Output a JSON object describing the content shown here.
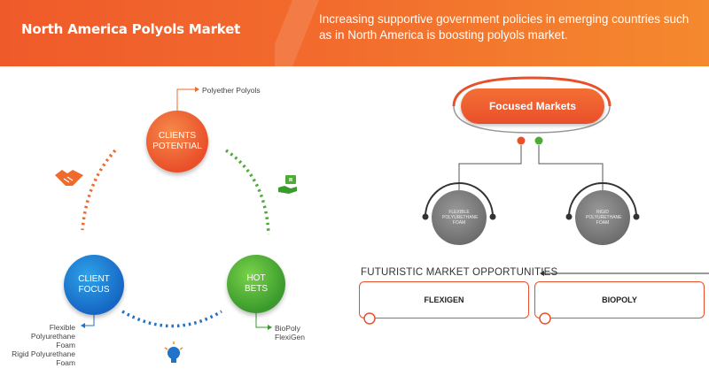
{
  "header": {
    "title": "North America Polyols Market",
    "description": "Increasing supportive government policies in emerging countries such as in North America is boosting polyols market."
  },
  "cycle": {
    "clients_potential": {
      "label": "CLIENTS POTENTIAL",
      "note": "Polyether Polyols"
    },
    "client_focus": {
      "label": "CLIENT FOCUS",
      "notes": [
        "Flexible",
        "Polyurethane",
        "Foam",
        "Rigid Polyurethane",
        "Foam"
      ]
    },
    "hot_bets": {
      "label": "HOT BETS",
      "notes": [
        "BioPoly",
        "FlexiGen"
      ]
    }
  },
  "focused_markets": {
    "title": "Focused Markets",
    "items": [
      "FLEXIBLE POLYURETHANE FOAM",
      "RIGID POLYURETHANE FOAM"
    ]
  },
  "futuristic": {
    "title": "FUTURISTIC MARKET OPPORTUNITIES",
    "items": [
      "FLEXIGEN",
      "BIOPOLY"
    ]
  },
  "colors": {
    "orange": "#e9502a",
    "blue": "#1667c4",
    "green": "#3a9a2c",
    "grey": "#6b6b6b"
  },
  "icons": [
    "handshake-icon",
    "money-hand-icon",
    "lightbulb-icon"
  ]
}
